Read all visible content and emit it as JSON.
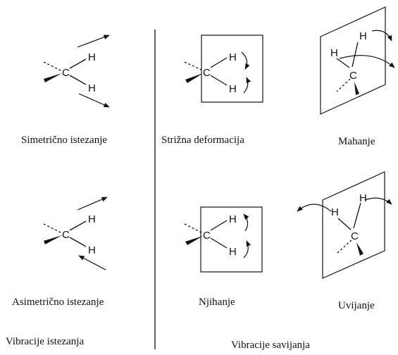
{
  "atoms": {
    "carbon": "C",
    "hydrogen": "H"
  },
  "captions": {
    "symmetric_stretch": "Simetrično istezanje",
    "scissoring": "Strižna deformacija",
    "wagging": "Mahanje",
    "asymmetric_stretch": "Asimetrično istezanje",
    "rocking": "Njihanje",
    "twisting": "Uvijanje",
    "stretching_group": "Vibracije istezanja",
    "bending_group": "Vibracije savijanja"
  }
}
